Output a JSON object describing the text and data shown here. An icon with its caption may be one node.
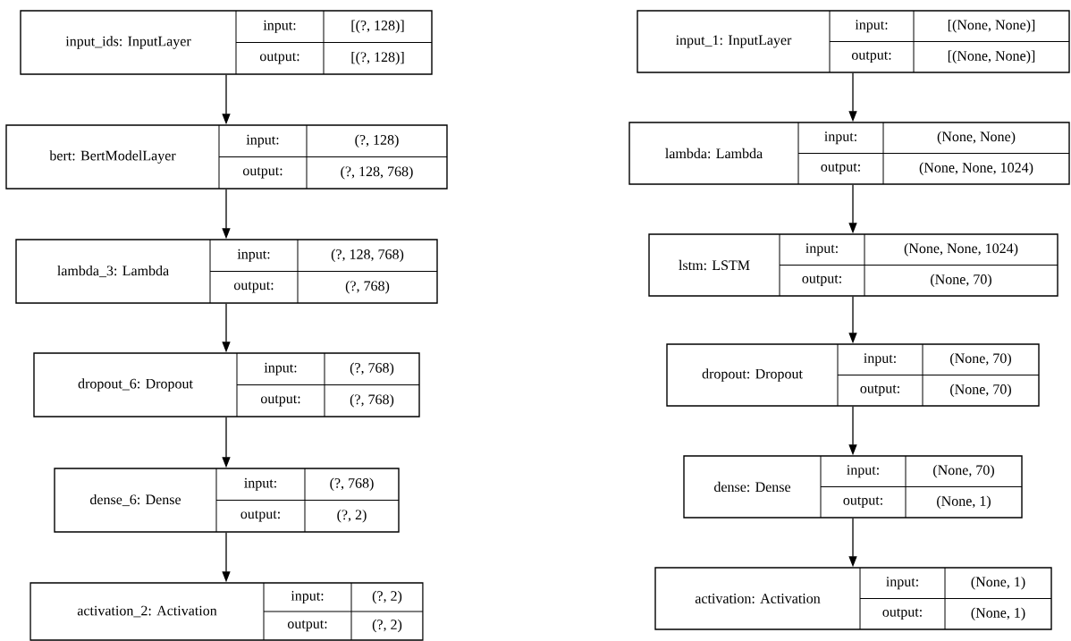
{
  "diagram": {
    "nodes": [
      {
        "text": [
          "input_ids: InputLayer",
          "input:",
          "[(?, 128)]",
          "output:",
          "[(?, 128)]"
        ]
      },
      {
        "text": [
          "bert: BertModelLayer",
          "input:",
          "(?, 128)",
          "output:",
          "(?, 128, 768)"
        ]
      },
      {
        "text": [
          "lambda_3: Lambda",
          "input:",
          "(?, 128, 768)",
          "output:",
          "(?, 768)"
        ]
      },
      {
        "text": [
          "dropout_6: Dropout",
          "input:",
          "(?, 768)",
          "output:",
          "(?, 768)"
        ]
      },
      {
        "text": [
          "dense_6: Dense",
          "input:",
          "(?, 768)",
          "output:",
          "(?, 2)"
        ]
      },
      {
        "text": [
          "activation_2: Activation",
          "input:",
          "(?, 2)",
          "output:",
          "(?, 2)"
        ]
      },
      {
        "text": [
          "input_1: InputLayer",
          "input:",
          "[(None, None)]",
          "output:",
          "[(None, None)]"
        ]
      },
      {
        "text": [
          "lambda: Lambda",
          "input:",
          "(None, None)",
          "output:",
          "(None, None, 1024)"
        ]
      },
      {
        "text": [
          "lstm: LSTM",
          "input:",
          "(None, None, 1024)",
          "output:",
          "(None, 70)"
        ]
      },
      {
        "text": [
          "dropout: Dropout",
          "input:",
          "(None, 70)",
          "output:",
          "(None, 70)"
        ]
      },
      {
        "text": [
          "dense: Dense",
          "input:",
          "(None, 70)",
          "output:",
          "(None, 1)"
        ]
      },
      {
        "text": [
          "activation: Activation",
          "input:",
          "(None, 1)",
          "output:",
          "(None, 1)"
        ]
      }
    ],
    "edges": [
      {
        "from": 0,
        "to": 1,
        "arrow": "to"
      },
      {
        "from": 1,
        "to": 2,
        "arrow": "to"
      },
      {
        "from": 2,
        "to": 3,
        "arrow": "to"
      },
      {
        "from": 3,
        "to": 4,
        "arrow": "to"
      },
      {
        "from": 4,
        "to": 5,
        "arrow": "to"
      },
      {
        "from": 6,
        "to": 7,
        "arrow": "to"
      },
      {
        "from": 7,
        "to": 8,
        "arrow": "to"
      },
      {
        "from": 8,
        "to": 9,
        "arrow": "to"
      },
      {
        "from": 9,
        "to": 10,
        "arrow": "to"
      },
      {
        "from": 10,
        "to": 11,
        "arrow": "to"
      }
    ]
  }
}
